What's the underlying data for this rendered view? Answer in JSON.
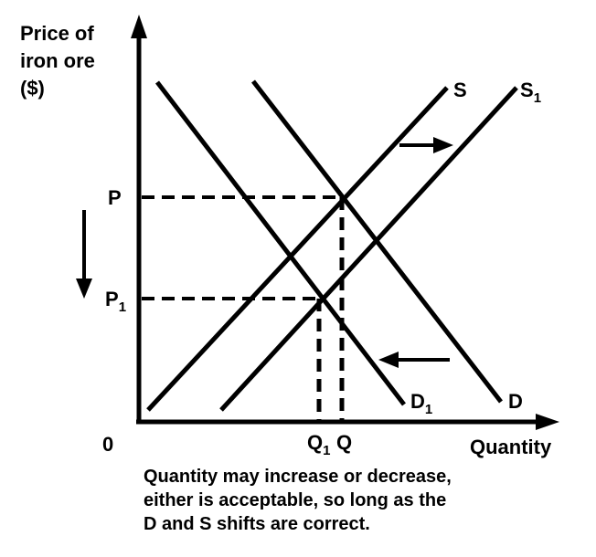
{
  "axes": {
    "y_label_lines": [
      "Price of",
      "iron ore",
      "($)"
    ],
    "x_label": "Quantity",
    "origin_label": "0"
  },
  "curves": {
    "supply": "S",
    "supply_new": {
      "base": "S",
      "sub": "1"
    },
    "demand": "D",
    "demand_new": {
      "base": "D",
      "sub": "1"
    }
  },
  "levels": {
    "price": "P",
    "price_new": {
      "base": "P",
      "sub": "1"
    },
    "quantity": "Q",
    "quantity_new": {
      "base": "Q",
      "sub": "1"
    }
  },
  "caption_lines": [
    "Quantity may increase or decrease,",
    "either is acceptable, so long as the",
    "D and S shifts are correct."
  ]
}
